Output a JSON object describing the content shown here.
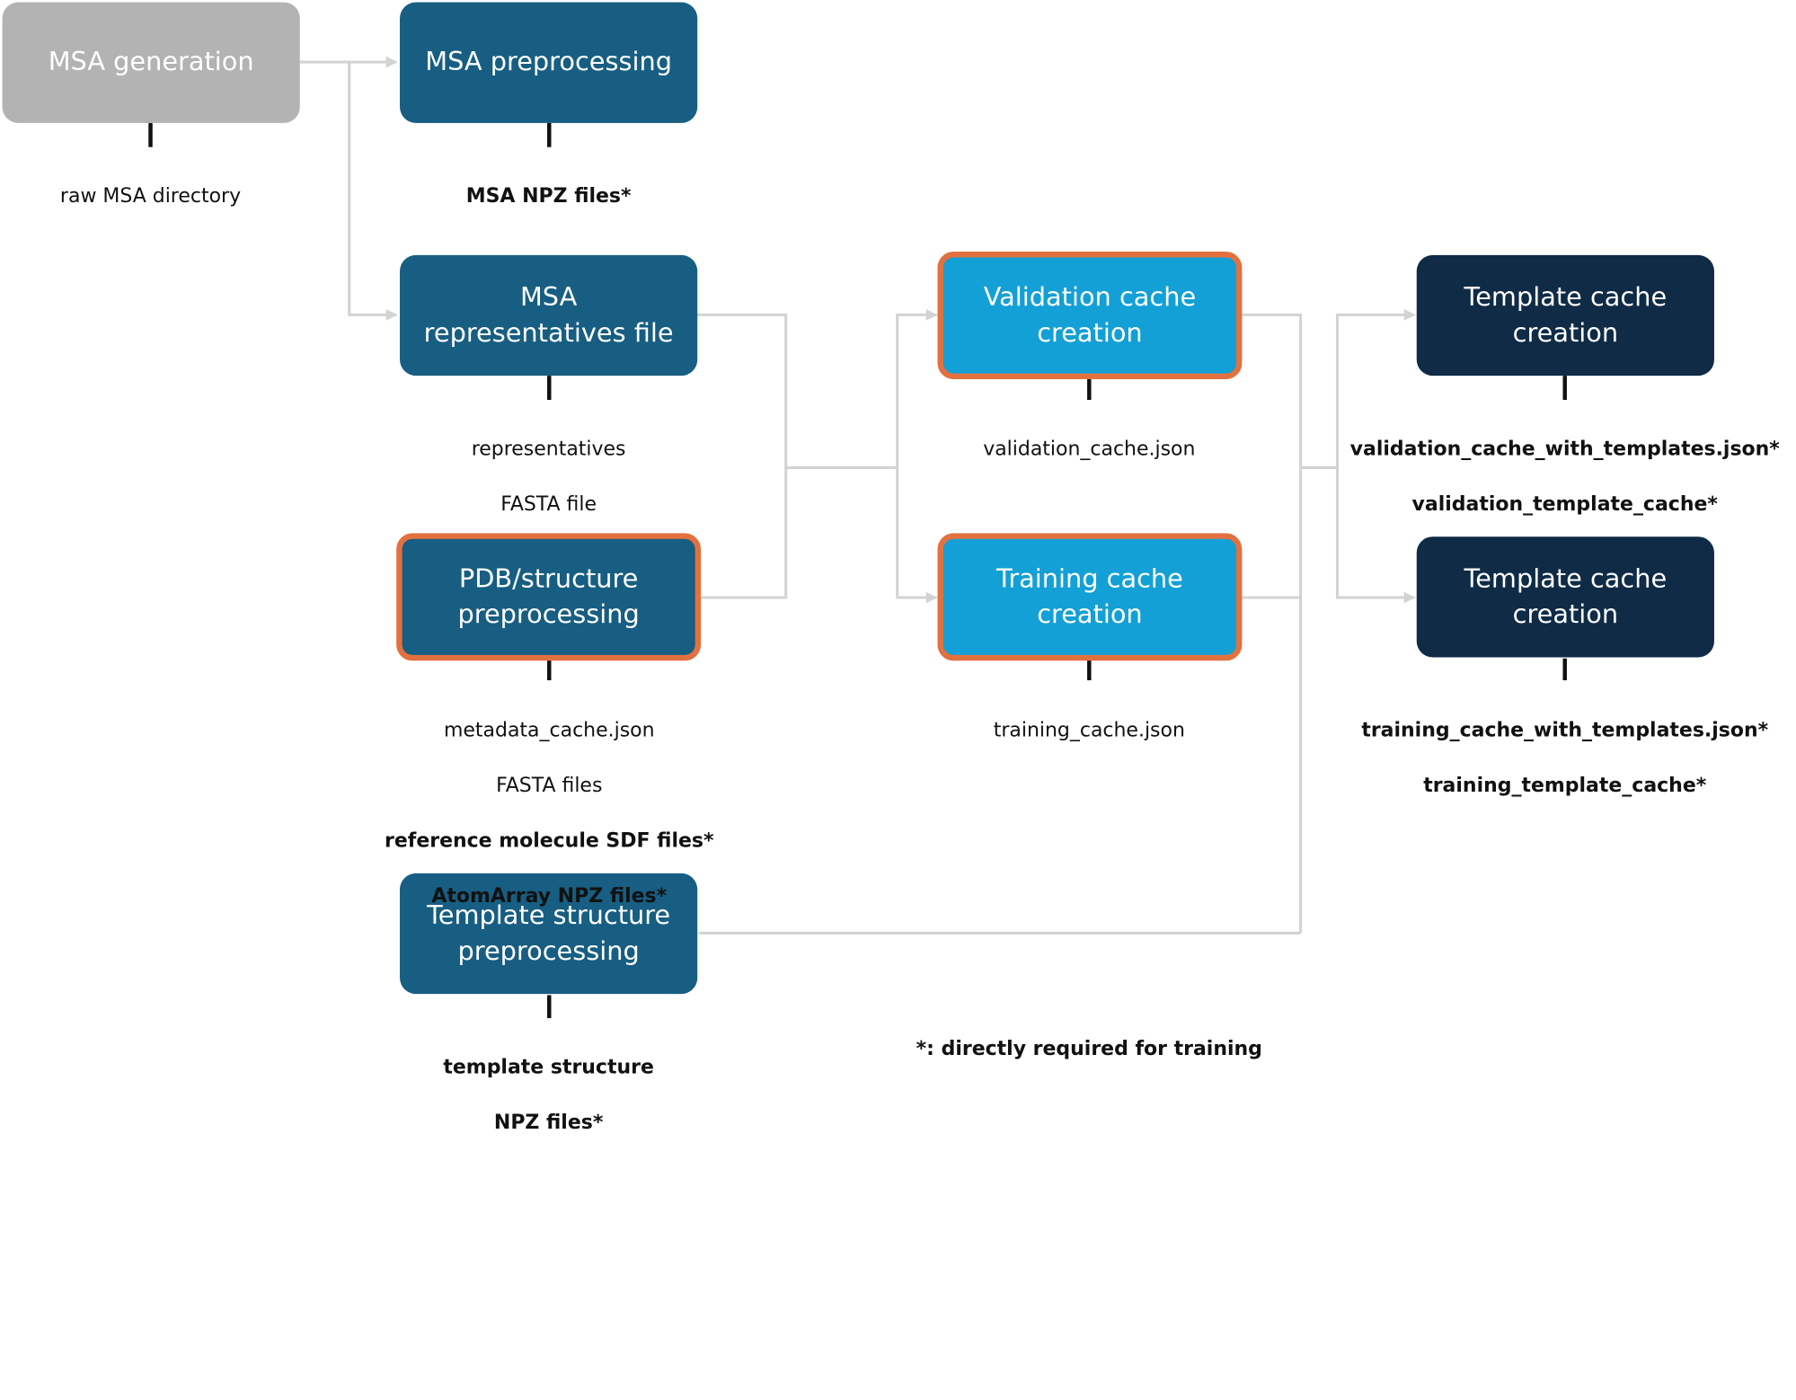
{
  "nodes": {
    "msa_generation": "MSA generation",
    "msa_preprocessing": "MSA preprocessing",
    "msa_representatives": "MSA\nrepresentatives file",
    "pdb_preprocessing": "PDB/structure\npreprocessing",
    "template_structure_preprocessing": "Template structure\npreprocessing",
    "validation_cache_creation": "Validation cache\ncreation",
    "training_cache_creation": "Training cache\ncreation",
    "template_cache_validation": "Template cache\ncreation",
    "template_cache_training": "Template cache\ncreation"
  },
  "outputs": {
    "msa_generation": [
      "raw MSA directory"
    ],
    "msa_preprocessing": [
      "MSA NPZ files*"
    ],
    "msa_representatives": [
      "representatives",
      "FASTA file"
    ],
    "pdb_preprocessing_plain": [
      "metadata_cache.json",
      "FASTA files"
    ],
    "pdb_preprocessing_bold": [
      "reference molecule SDF files*",
      "AtomArray NPZ files*"
    ],
    "template_structure_preprocessing": [
      "template structure",
      "NPZ files*"
    ],
    "validation_cache_creation": [
      "validation_cache.json"
    ],
    "training_cache_creation": [
      "training_cache.json"
    ],
    "template_cache_validation": [
      "validation_cache_with_templates.json*",
      "validation_template_cache*"
    ],
    "template_cache_training": [
      "training_cache_with_templates.json*",
      "training_template_cache*"
    ]
  },
  "legend": "*: directly required for training",
  "colors": {
    "gray": "#b3b3b3",
    "teal": "#175e82",
    "cyan": "#13a0d6",
    "navy": "#0f2b46",
    "highlight_border": "#e2713f",
    "connector": "#d3d3d3",
    "stem": "#111111"
  }
}
